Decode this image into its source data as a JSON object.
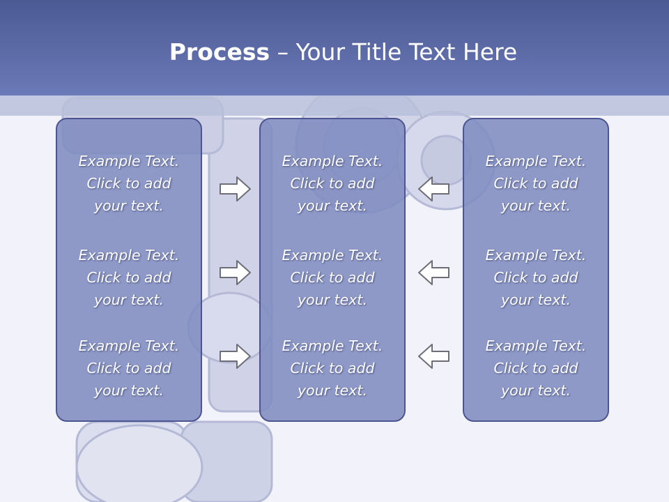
{
  "title": {
    "bold": "Process",
    "dash": " – ",
    "rest": "Your Title Text Here"
  },
  "panels": [
    {
      "items": [
        {
          "lines": [
            "Example Text.",
            "Click  to add",
            "your text."
          ]
        },
        {
          "lines": [
            "Example Text.",
            "Click  to add",
            "your text."
          ]
        },
        {
          "lines": [
            "Example Text.",
            "Click  to add",
            "your text."
          ]
        }
      ]
    },
    {
      "items": [
        {
          "lines": [
            "Example Text.",
            "Click  to add",
            "your text."
          ]
        },
        {
          "lines": [
            "Example Text.",
            "Click  to add",
            "your text."
          ]
        },
        {
          "lines": [
            "Example Text.",
            "Click  to add",
            "your text."
          ]
        }
      ]
    },
    {
      "items": [
        {
          "lines": [
            "Example Text.",
            "Click  to add",
            "your text."
          ]
        },
        {
          "lines": [
            "Example Text.",
            "Click  to add",
            "your text."
          ]
        },
        {
          "lines": [
            "Example Text.",
            "Click  to add",
            "your text."
          ]
        }
      ]
    }
  ],
  "arrows": {
    "left_column": [
      "right-arrow-icon",
      "right-arrow-icon",
      "right-arrow-icon"
    ],
    "right_column": [
      "left-arrow-icon",
      "left-arrow-icon",
      "left-arrow-icon"
    ]
  },
  "colors": {
    "header": "#5a67a6",
    "panel_fill": "#808cc0",
    "panel_border": "#4d5590",
    "text": "#ffffff"
  }
}
